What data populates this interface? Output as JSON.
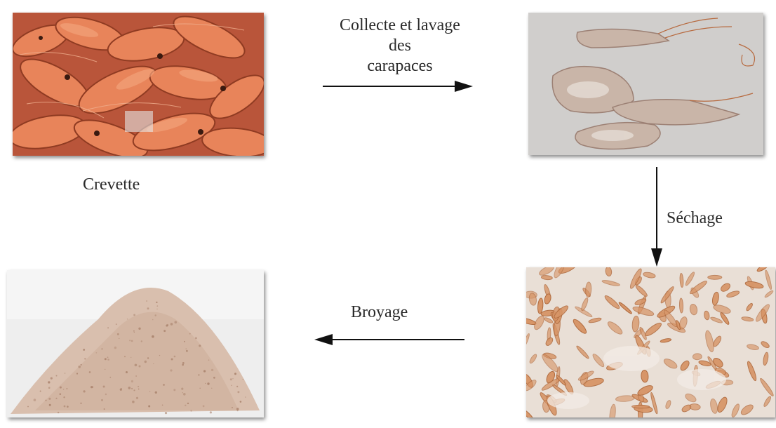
{
  "steps": {
    "collecte": {
      "line1": "Collecte et lavage",
      "line2": "des",
      "line3": "carapaces"
    },
    "sechage": "Séchage",
    "broyage": "Broyage"
  },
  "images": {
    "crevette": {
      "caption": "Crevette"
    }
  },
  "colors": {
    "shrimp": "#e07a4f",
    "shell": "#d9c8bd",
    "dried": "#d89a70",
    "powder": "#dcc2b0",
    "arrow": "#111111"
  }
}
